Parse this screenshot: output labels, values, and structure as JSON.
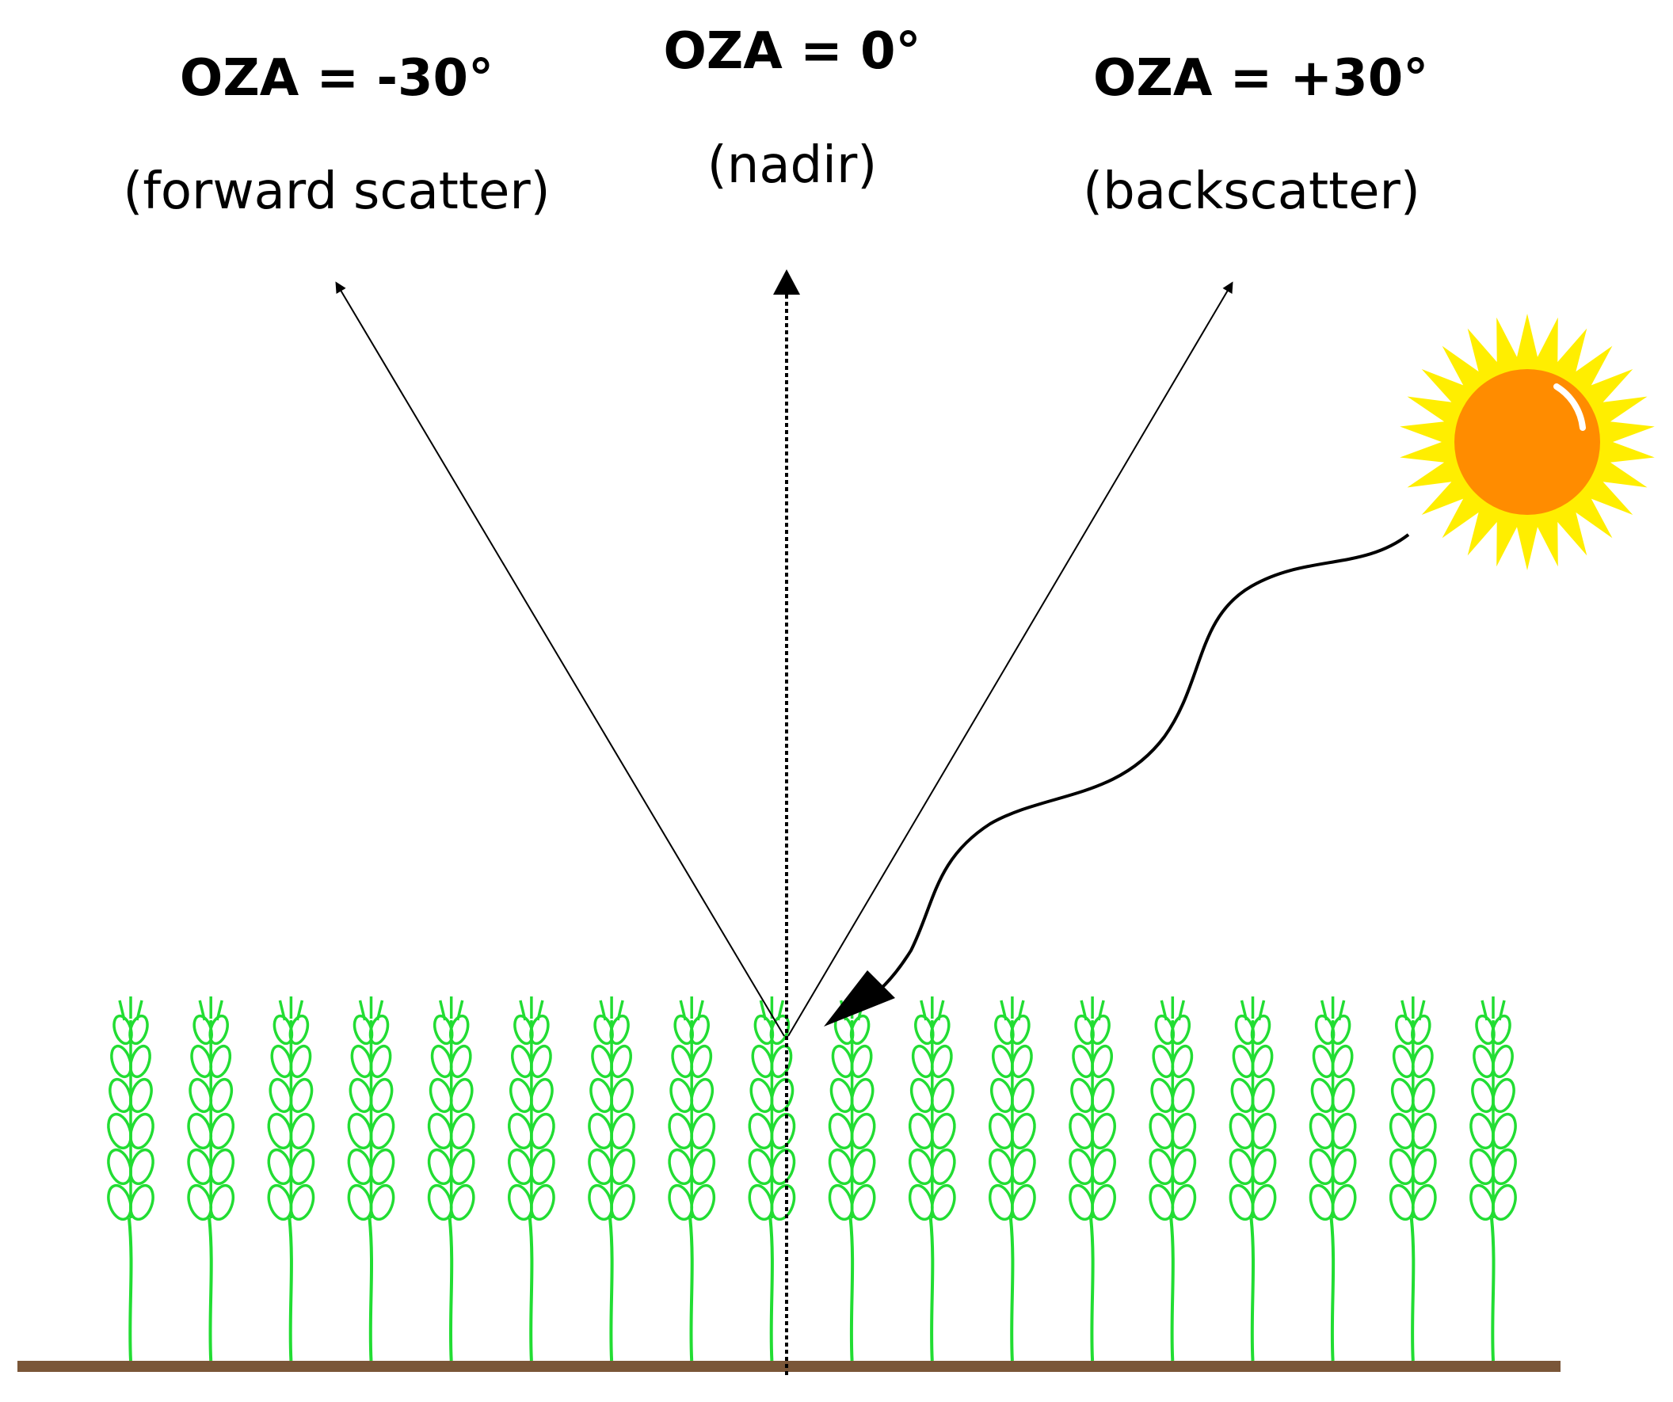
{
  "views": {
    "left": {
      "title": "OZA = -30°",
      "subtitle": "(forward scatter)"
    },
    "center": {
      "title": "OZA = 0°",
      "subtitle": "(nadir)"
    },
    "right": {
      "title": "OZA = +30°",
      "subtitle": "(backscatter)"
    }
  },
  "icons": {
    "sun": "sun-icon",
    "plant": "wheat-plant-icon"
  },
  "colors": {
    "plant": "#22dd33",
    "ground": "#7a5638",
    "sun_core": "#ff8c00",
    "sun_rays": "#ffee00",
    "line": "#000000"
  },
  "plant_count": 18
}
